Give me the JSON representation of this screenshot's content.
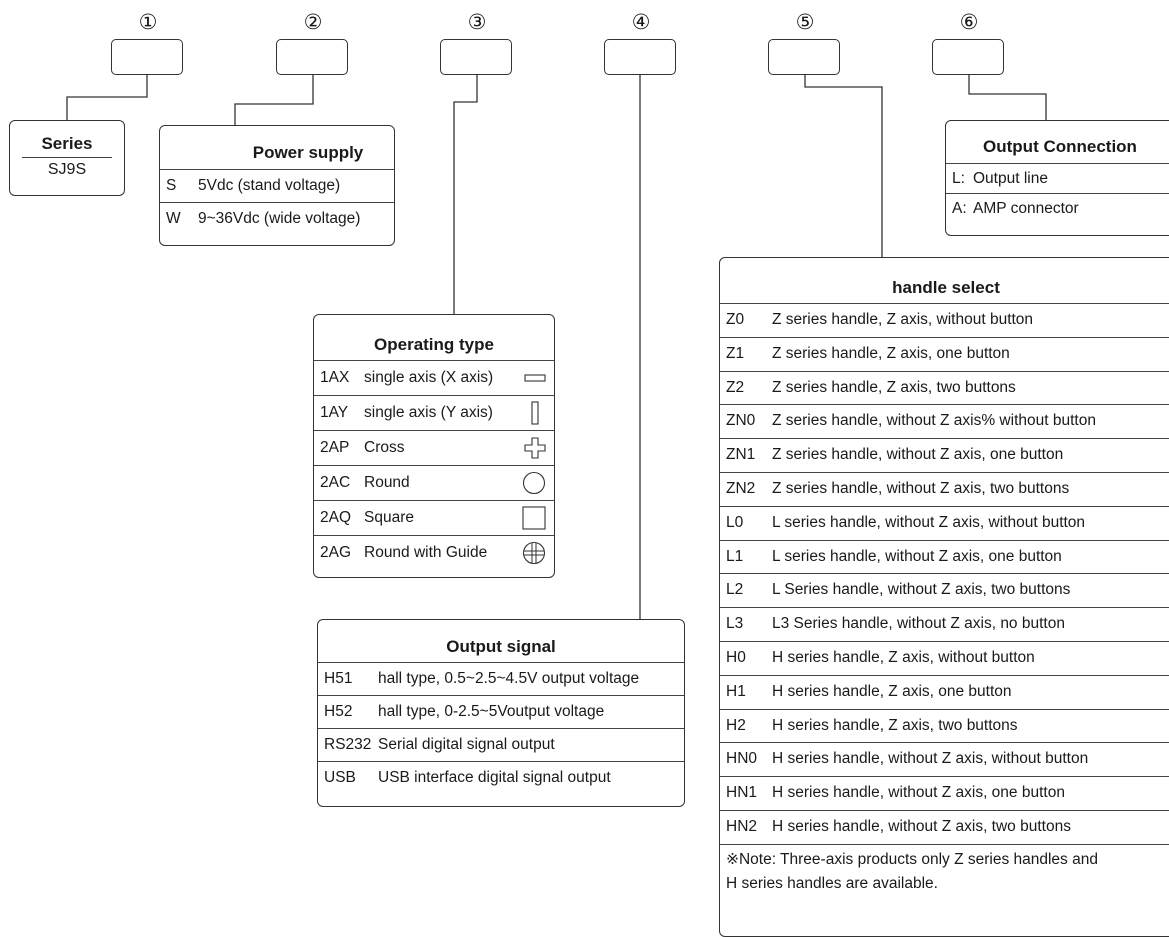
{
  "slots": [
    {
      "num": "①"
    },
    {
      "num": "②"
    },
    {
      "num": "③"
    },
    {
      "num": "④"
    },
    {
      "num": "⑤"
    },
    {
      "num": "⑥"
    }
  ],
  "series": {
    "title": "Series",
    "value": "SJ9S"
  },
  "power_supply": {
    "title": "Power supply",
    "rows": [
      {
        "code": "S",
        "desc": "5Vdc (stand voltage)"
      },
      {
        "code": "W",
        "desc": "9~36Vdc (wide voltage)"
      }
    ]
  },
  "operating_type": {
    "title": "Operating type",
    "rows": [
      {
        "code": "1AX",
        "desc": "single axis (X axis)",
        "icon": "horizontal-bar-icon"
      },
      {
        "code": "1AY",
        "desc": "single axis (Y axis)",
        "icon": "vertical-bar-icon"
      },
      {
        "code": "2AP",
        "desc": "Cross",
        "icon": "cross-icon"
      },
      {
        "code": "2AC",
        "desc": "Round",
        "icon": "circle-icon"
      },
      {
        "code": "2AQ",
        "desc": "Square",
        "icon": "square-icon"
      },
      {
        "code": "2AG",
        "desc": "Round with Guide",
        "icon": "circle-cross-icon"
      }
    ]
  },
  "output_signal": {
    "title": "Output signal",
    "rows": [
      {
        "code": "H51",
        "desc": "hall type, 0.5~2.5~4.5V output voltage"
      },
      {
        "code": "H52",
        "desc": "hall type, 0-2.5~5Voutput voltage"
      },
      {
        "code": "RS232",
        "desc": "Serial digital signal output"
      },
      {
        "code": "USB",
        "desc": "USB interface digital signal output"
      }
    ]
  },
  "output_connection": {
    "title": "Output Connection",
    "rows": [
      {
        "code": "L:",
        "desc": "Output line"
      },
      {
        "code": "A:",
        "desc": "AMP connector"
      }
    ]
  },
  "handle_select": {
    "title": "handle select",
    "rows": [
      {
        "code": "Z0",
        "desc": "Z series handle, Z axis, without button"
      },
      {
        "code": "Z1",
        "desc": "Z series handle, Z axis, one button"
      },
      {
        "code": "Z2",
        "desc": "Z series handle, Z axis, two buttons"
      },
      {
        "code": "ZN0",
        "desc": "Z series handle, without Z axis% without button"
      },
      {
        "code": "ZN1",
        "desc": "Z series handle, without Z axis, one button"
      },
      {
        "code": "ZN2",
        "desc": "Z series handle, without Z axis, two buttons"
      },
      {
        "code": "L0",
        "desc": "L series handle, without Z axis, without button"
      },
      {
        "code": "L1",
        "desc": "L series handle, without Z axis, one button"
      },
      {
        "code": "L2",
        "desc": "L Series handle, without Z axis, two buttons"
      },
      {
        "code": "L3",
        "desc": "L3 Series handle, without Z axis, no button"
      },
      {
        "code": "H0",
        "desc": "H series handle, Z axis, without button"
      },
      {
        "code": "H1",
        "desc": "H series handle, Z axis, one button"
      },
      {
        "code": "H2",
        "desc": "H series handle, Z axis, two buttons"
      },
      {
        "code": "HN0",
        "desc": "H series handle, without Z axis, without button"
      },
      {
        "code": "HN1",
        "desc": "H series handle, without Z axis, one button"
      },
      {
        "code": "HN2",
        "desc": "H series handle, without Z axis, two buttons"
      }
    ],
    "note_line1": "※Note: Three-axis products only Z series handles and",
    "note_line2": "H series handles are available."
  }
}
